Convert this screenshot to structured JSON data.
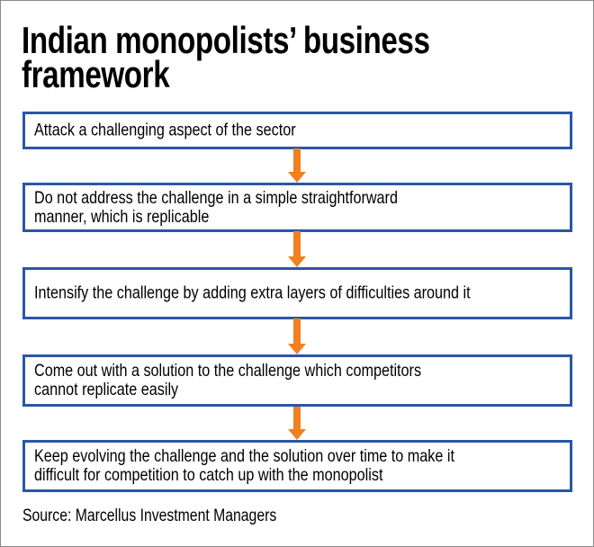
{
  "title": "Indian monopolists’ business framework",
  "title_lines": [
    "Indian monopolists’ business",
    "framework"
  ],
  "steps": [
    {
      "lines": [
        "Attack a challenging aspect of the sector"
      ]
    },
    {
      "lines": [
        "Do not address the challenge in a simple straightforward",
        "manner, which is replicable"
      ]
    },
    {
      "lines": [
        "Intensify the challenge by adding extra layers of difficulties around it"
      ]
    },
    {
      "lines": [
        "Come out with a solution to the challenge which competitors",
        "cannot replicate easily"
      ]
    },
    {
      "lines": [
        "Keep evolving the challenge and the solution over time to make it",
        "difficult for competition to catch up with the monopolist"
      ]
    }
  ],
  "source": "Source: Marcellus Investment Managers",
  "colors": {
    "box_border": "#2a56a6",
    "arrow": "#f08020"
  }
}
